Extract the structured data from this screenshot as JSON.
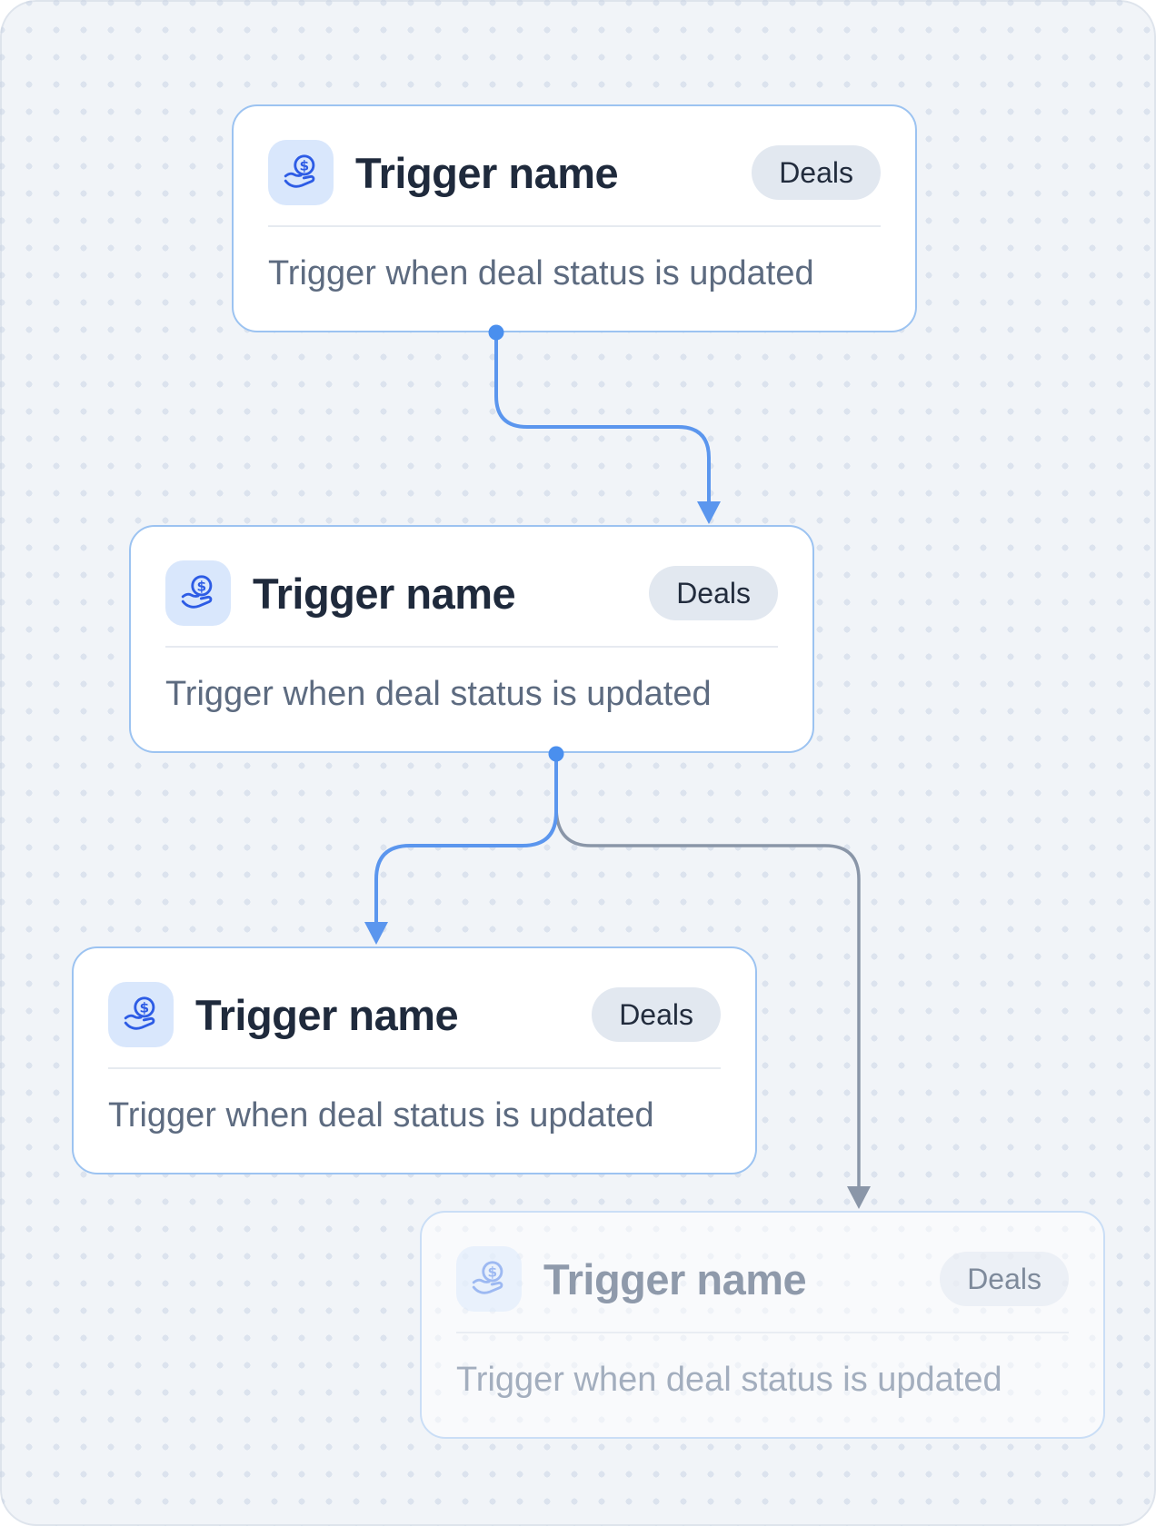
{
  "colors": {
    "canvas_bg": "#f1f4f8",
    "dot": "#dce3ee",
    "card_bg": "#ffffff",
    "card_border": "#9cc3f1",
    "card_border_faded": "#cadef6",
    "title_text": "#1f2a3c",
    "desc_text": "#5d6b80",
    "badge_bg": "#e2e8f0",
    "badge_text": "#222c3d",
    "icon_bg": "#d9e7fc",
    "icon_glyph": "#2d5ce5",
    "connector_blue": "#5b96ee",
    "connector_dot": "#4a8fee",
    "connector_gray": "#8a96a8",
    "faded_title": "#8f9aab",
    "faded_desc": "#a3aebe",
    "faded_badge_text": "#7e8a9b",
    "faded_icon_glyph": "#9db9f2"
  },
  "cards": [
    {
      "title": "Trigger name",
      "badge": "Deals",
      "description": "Trigger when deal status is updated",
      "state": "active"
    },
    {
      "title": "Trigger name",
      "badge": "Deals",
      "description": "Trigger when deal status is updated",
      "state": "active"
    },
    {
      "title": "Trigger name",
      "badge": "Deals",
      "description": "Trigger when deal status is updated",
      "state": "active"
    },
    {
      "title": "Trigger name",
      "badge": "Deals",
      "description": "Trigger when deal status is updated",
      "state": "faded"
    }
  ]
}
